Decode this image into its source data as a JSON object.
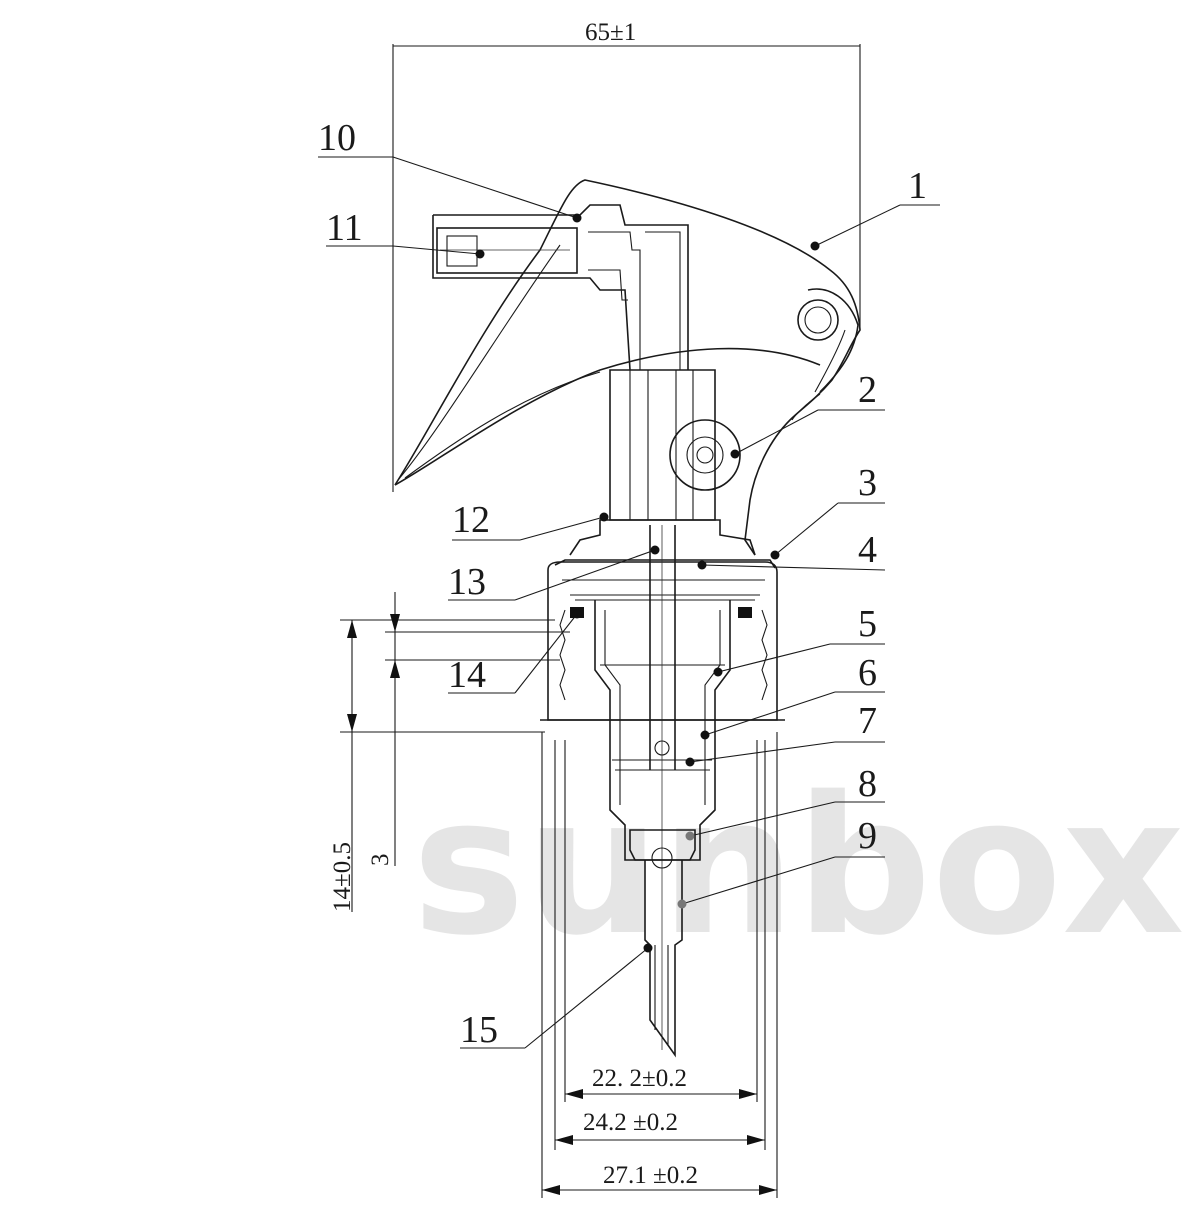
{
  "watermark": "sunbox",
  "callouts": [
    {
      "id": "1",
      "label": "1"
    },
    {
      "id": "2",
      "label": "2"
    },
    {
      "id": "3",
      "label": "3"
    },
    {
      "id": "4",
      "label": "4"
    },
    {
      "id": "5",
      "label": "5"
    },
    {
      "id": "6",
      "label": "6"
    },
    {
      "id": "7",
      "label": "7"
    },
    {
      "id": "8",
      "label": "8"
    },
    {
      "id": "9",
      "label": "9"
    },
    {
      "id": "10",
      "label": "10"
    },
    {
      "id": "11",
      "label": "11"
    },
    {
      "id": "12",
      "label": "12"
    },
    {
      "id": "13",
      "label": "13"
    },
    {
      "id": "14",
      "label": "14"
    },
    {
      "id": "15",
      "label": "15"
    }
  ],
  "dimensions": {
    "overall_width": "65±1",
    "inner_diameter": "22. 2±0.2",
    "thread_diameter": "24.2 ±0.2",
    "outer_diameter": "27.1 ±0.2",
    "cap_height": "14±0.5",
    "gap": "3"
  }
}
